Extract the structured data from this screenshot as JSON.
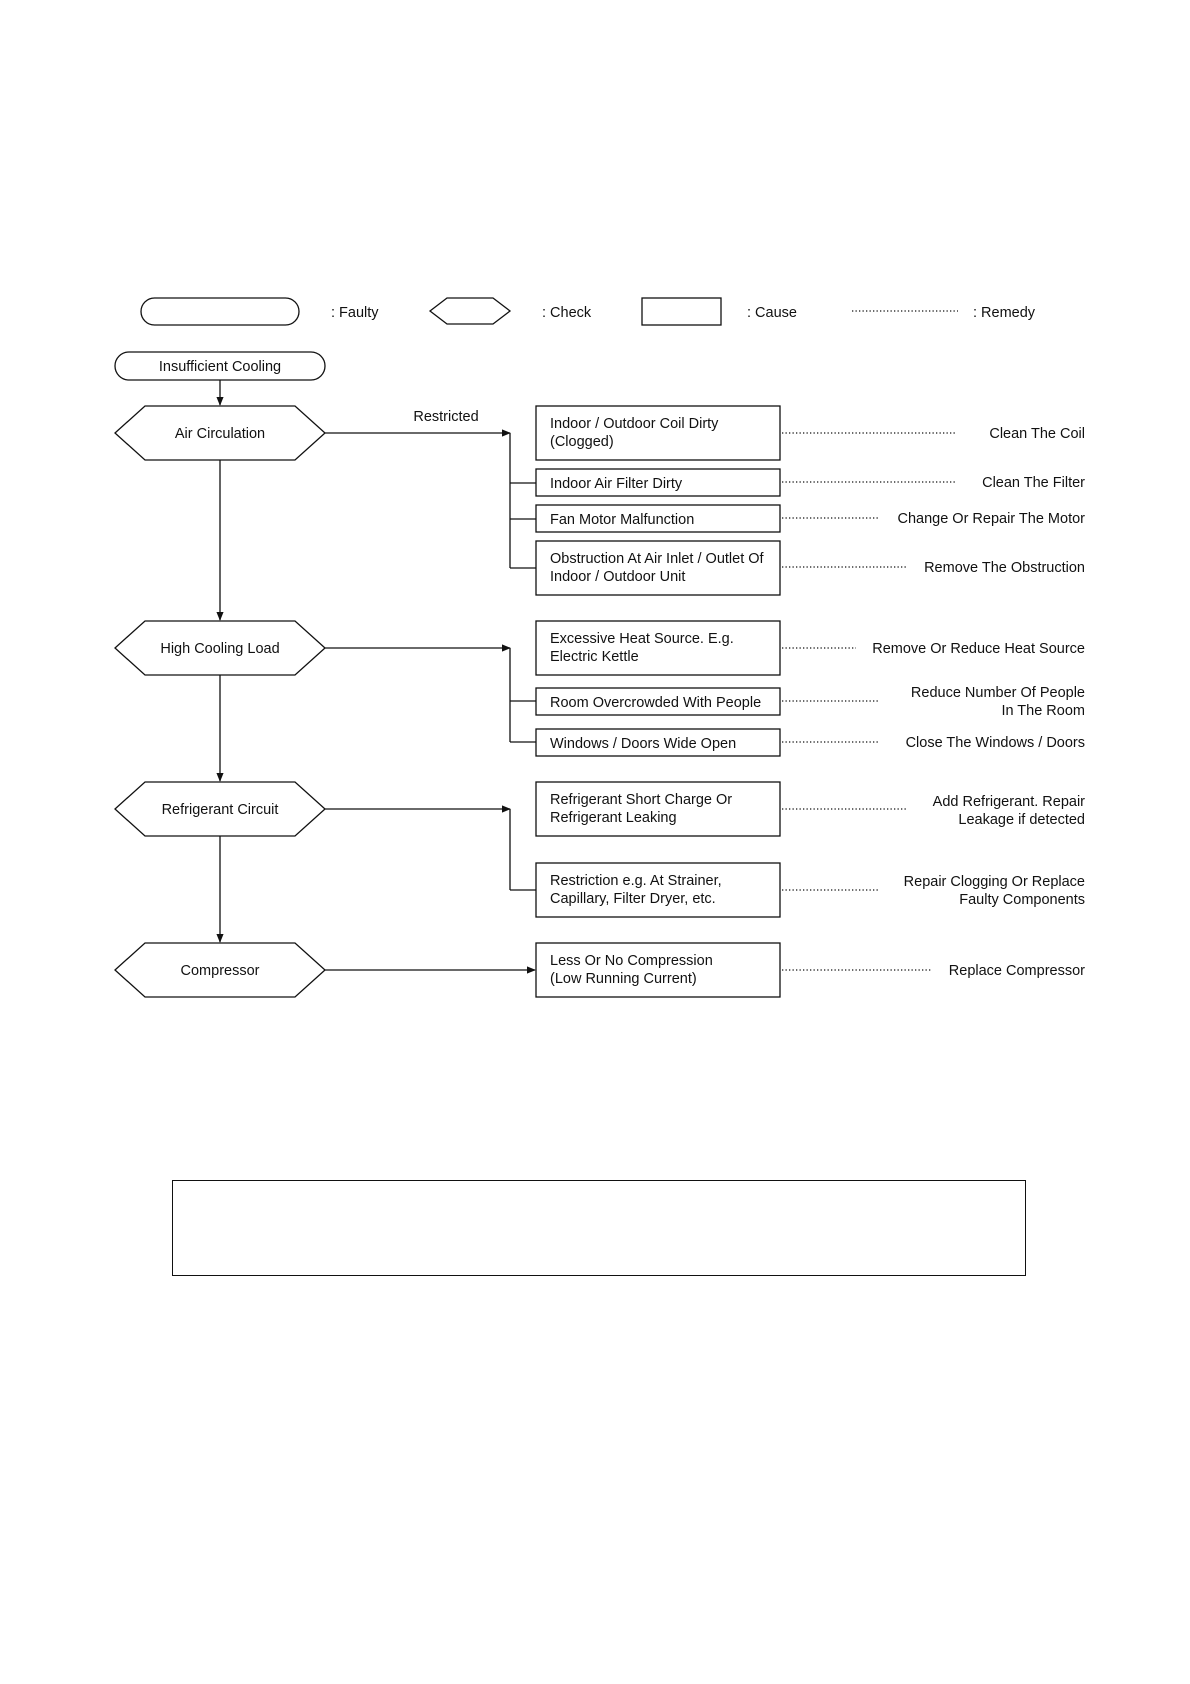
{
  "legend": {
    "faulty": ":  Faulty",
    "check": ":  Check",
    "cause": ":  Cause",
    "remedy": ": Remedy"
  },
  "start": "Insufficient Cooling",
  "edge_label": "Restricted",
  "checks": [
    {
      "label": "Air Circulation",
      "causes": [
        {
          "lines": [
            "Indoor / Outdoor Coil Dirty",
            "(Clogged)"
          ],
          "remedy": [
            "Clean The Coil"
          ]
        },
        {
          "lines": [
            "Indoor Air Filter Dirty"
          ],
          "remedy": [
            "Clean The Filter"
          ]
        },
        {
          "lines": [
            "Fan Motor Malfunction"
          ],
          "remedy": [
            "Change Or Repair The Motor"
          ]
        },
        {
          "lines": [
            "Obstruction At Air Inlet / Outlet Of",
            "Indoor / Outdoor Unit"
          ],
          "remedy": [
            "Remove The Obstruction"
          ]
        }
      ]
    },
    {
      "label": "High Cooling Load",
      "causes": [
        {
          "lines": [
            "Excessive Heat Source. E.g.",
            "Electric Kettle"
          ],
          "remedy": [
            "Remove Or Reduce Heat Source"
          ]
        },
        {
          "lines": [
            "Room Overcrowded With People"
          ],
          "remedy": [
            "Reduce Number Of People",
            "In The Room"
          ]
        },
        {
          "lines": [
            "Windows / Doors Wide Open"
          ],
          "remedy": [
            "Close The Windows / Doors"
          ]
        }
      ]
    },
    {
      "label": "Refrigerant Circuit",
      "causes": [
        {
          "lines": [
            "Refrigerant Short Charge Or",
            "Refrigerant Leaking"
          ],
          "remedy": [
            "Add Refrigerant. Repair",
            "Leakage if detected"
          ]
        },
        {
          "lines": [
            "Restriction e.g. At Strainer,",
            "Capillary, Filter Dryer, etc."
          ],
          "remedy": [
            "Repair Clogging Or Replace",
            "Faulty Components"
          ]
        }
      ]
    },
    {
      "label": "Compressor",
      "causes": [
        {
          "lines": [
            "Less Or No Compression",
            "(Low Running Current)"
          ],
          "remedy": [
            "Replace Compressor"
          ]
        }
      ]
    }
  ]
}
